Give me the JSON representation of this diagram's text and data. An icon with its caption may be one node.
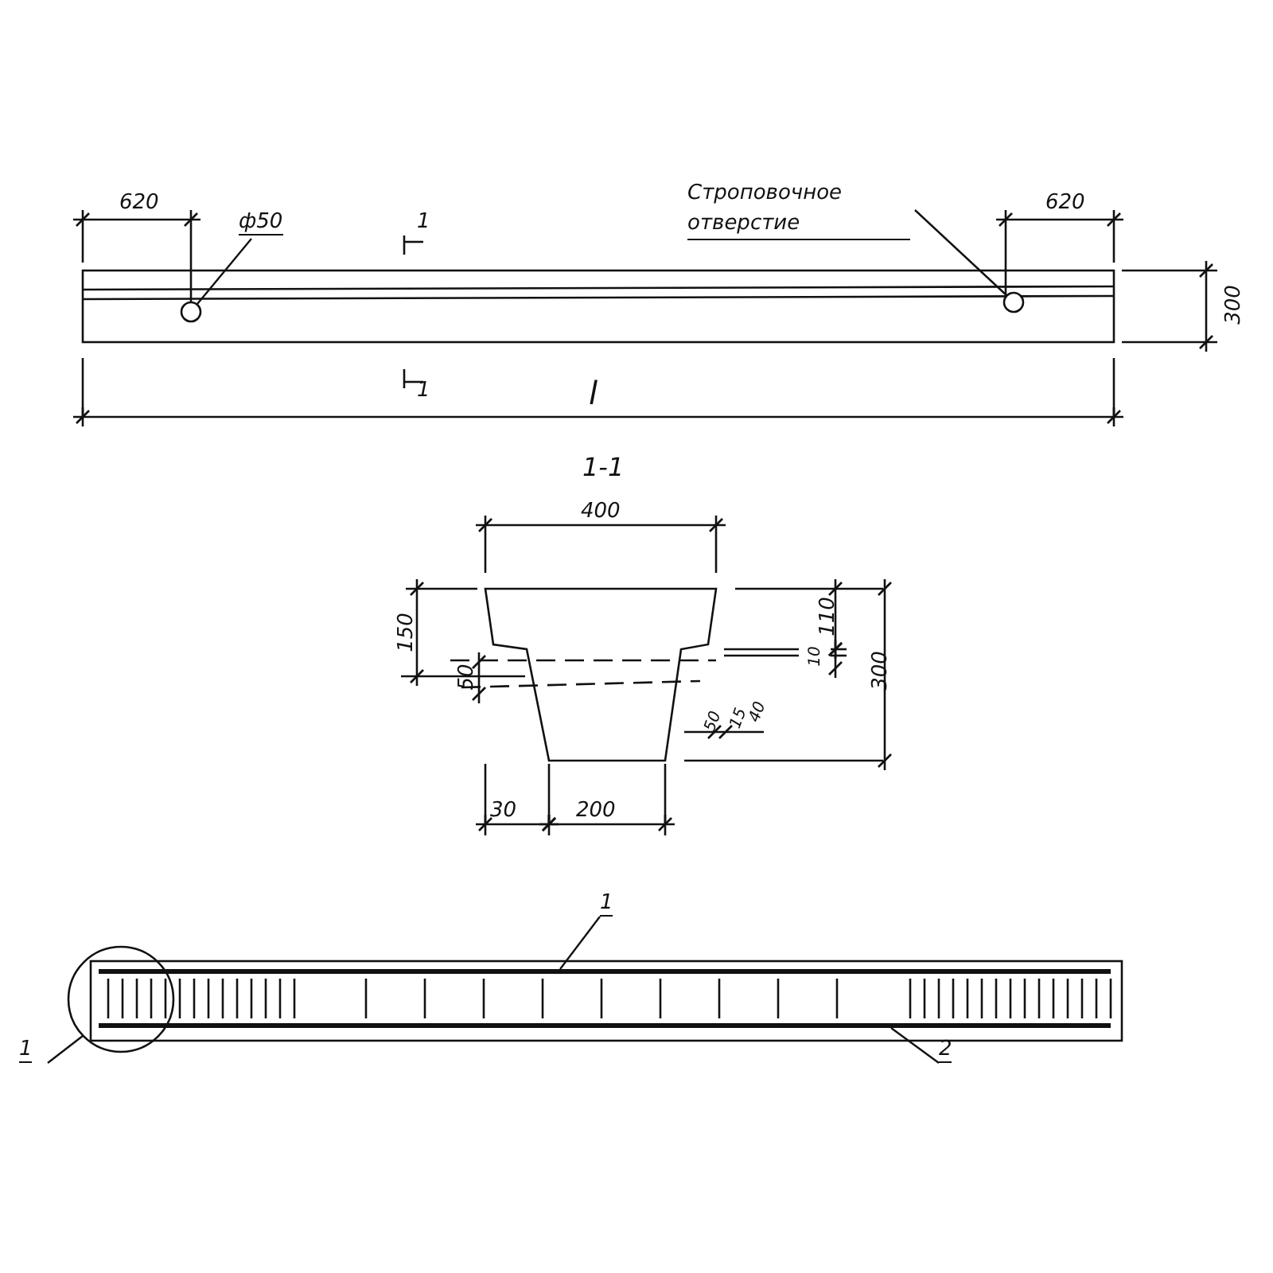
{
  "diagram": {
    "nodes": [
      {
        "text": [
          "ф50"
        ]
      },
      {
        "text": [],
        "shape": "circle"
      },
      {
        "text": [
          "Строповочное отверстие"
        ]
      },
      {
        "text": [],
        "shape": "circle"
      },
      {
        "text": [
          "1"
        ]
      },
      {
        "text": [],
        "shape": "bar"
      },
      {
        "text": [
          "2"
        ]
      },
      {
        "text": [],
        "shape": "bar"
      },
      {
        "text": [
          "1"
        ]
      },
      {
        "text": [],
        "shape": "circle"
      }
    ],
    "edges": [
      {
        "from": 0,
        "to": 1,
        "arrow": "none"
      },
      {
        "from": 2,
        "to": 3,
        "arrow": "none"
      },
      {
        "from": 4,
        "to": 5,
        "arrow": "none"
      },
      {
        "from": 6,
        "to": 7,
        "arrow": "none"
      },
      {
        "from": 8,
        "to": 9,
        "arrow": "none"
      }
    ],
    "labels": [
      "620",
      "1",
      "620",
      "300",
      "1",
      "l",
      "1-1",
      "400",
      "150",
      "50",
      "110",
      "10",
      "50",
      "15",
      "40",
      "300",
      "30",
      "200"
    ]
  }
}
